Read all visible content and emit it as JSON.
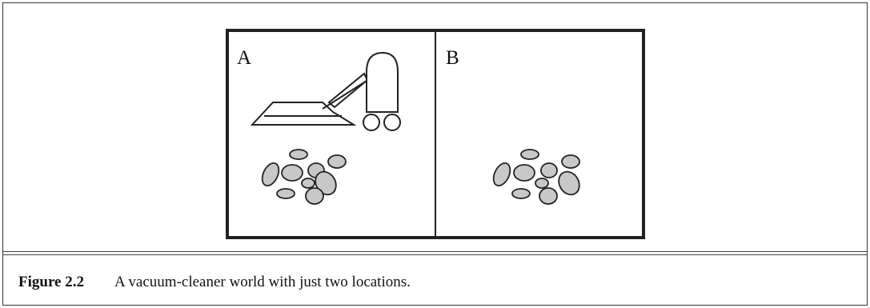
{
  "figure": {
    "locations": [
      {
        "label": "A",
        "has_vacuum": true,
        "has_dirt": true
      },
      {
        "label": "B",
        "has_vacuum": false,
        "has_dirt": true
      }
    ]
  },
  "caption": {
    "number": "Figure 2.2",
    "text": "A vacuum-cleaner world with just two locations."
  },
  "colors": {
    "dirt_fill": "#c8c8c8",
    "outline": "#222222"
  }
}
